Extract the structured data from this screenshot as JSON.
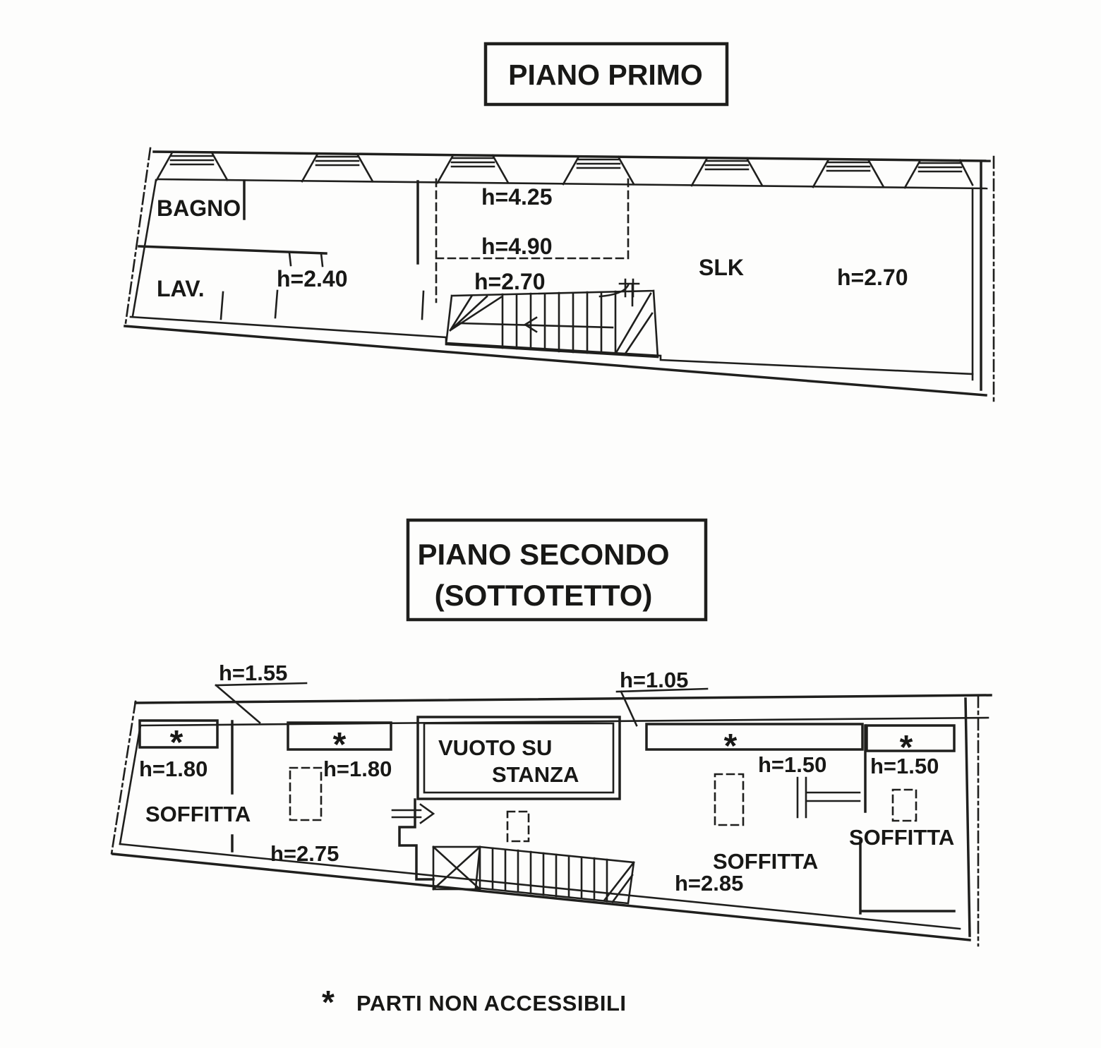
{
  "palette": {
    "paper": "#fdfdfc",
    "ink": "#1f1f1d"
  },
  "floor1": {
    "title": "PIANO PRIMO",
    "labels": {
      "bagno": "BAGNO",
      "lav": "LAV.",
      "h240": "h=2.40",
      "h425": "h=4.25",
      "h490": "h=4.90",
      "h270_center": "h=2.70",
      "slk": "SLK",
      "h270_slk": "h=2.70"
    }
  },
  "floor2": {
    "title_line1": "PIANO SECONDO",
    "title_line2": "(SOTTOTETTO)",
    "labels": {
      "h155": "h=1.55",
      "h105": "h=1.05",
      "h180_a": "h=1.80",
      "h180_b": "h=1.80",
      "h150_a": "h=1.50",
      "h150_b": "h=1.50",
      "soffitta_left": "SOFFITTA",
      "soffitta_right": "SOFFITTA",
      "soffitta_far_right": "SOFFITTA",
      "vuoto_line1": "VUOTO SU",
      "vuoto_line2": "STANZA",
      "h275": "h=2.75",
      "h285": "h=2.85",
      "star": "*"
    }
  },
  "legend": {
    "star": "*",
    "text": "PARTI NON ACCESSIBILI"
  }
}
